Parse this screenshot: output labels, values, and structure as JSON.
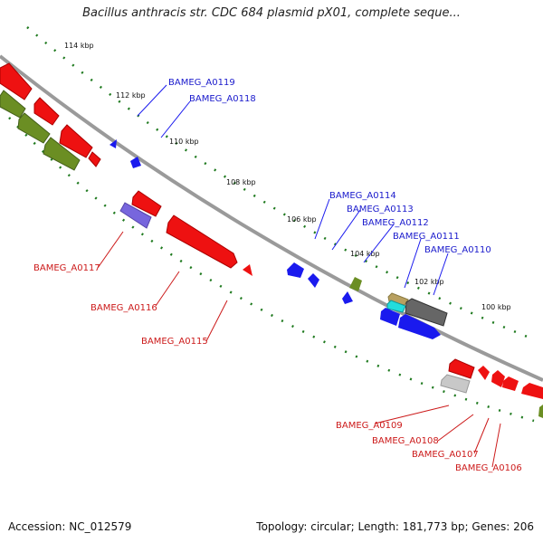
{
  "title": "Bacillus anthracis str. CDC 684 plasmid pX01, complete seque...",
  "footer": {
    "accession": "Accession: NC_012579",
    "topology": "Topology: circular; Length: 181,773 bp; Genes: 206"
  },
  "tick_labels": [
    "114 kbp",
    "112 kbp",
    "110 kbp",
    "108 kbp",
    "106 kbp",
    "104 kbp",
    "102 kbp",
    "100 kbp"
  ],
  "forward_genes": [
    "BAMEG_A0119",
    "BAMEG_A0118",
    "BAMEG_A0114",
    "BAMEG_A0113",
    "BAMEG_A0112",
    "BAMEG_A0111",
    "BAMEG_A0110"
  ],
  "reverse_genes": [
    "BAMEG_A0117",
    "BAMEG_A0116",
    "BAMEG_A0115",
    "BAMEG_A0109",
    "BAMEG_A0108",
    "BAMEG_A0107",
    "BAMEG_A0106"
  ],
  "colors": {
    "forward_label": "#1a1acc",
    "reverse_label": "#cc1a1a",
    "backbone": "#8a8a8a",
    "tick": "#1f7a1f",
    "red_feature": "#ee1111",
    "blue_feature": "#1a1aee",
    "olive_feature": "#6b8e23",
    "lilac_feature": "#7766dd",
    "gray_feature": "#777777"
  }
}
